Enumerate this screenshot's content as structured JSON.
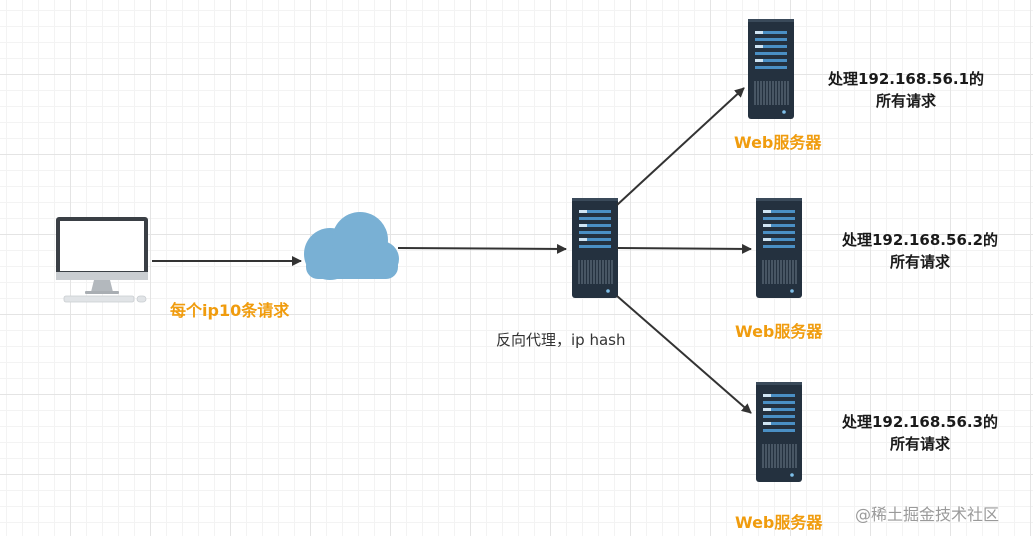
{
  "client": {
    "label": "每个ip10条请求",
    "icon": "computer-icon"
  },
  "network": {
    "icon": "cloud-icon"
  },
  "proxy": {
    "label": "反向代理，ip hash",
    "icon": "server-icon"
  },
  "servers": [
    {
      "line1": "处理192.168.56.1的",
      "line2": "所有请求",
      "label": "Web服务器"
    },
    {
      "line1": "处理192.168.56.2的",
      "line2": "所有请求",
      "label": "Web服务器"
    },
    {
      "line1": "处理192.168.56.3的",
      "line2": "所有请求",
      "label": "Web服务器"
    }
  ],
  "watermark": "@稀土掘金技术社区",
  "colors": {
    "accent_orange": "#f09c0e",
    "server_body": "#24313f",
    "server_stripe": "#4a8fc4",
    "cloud": "#79b0d4",
    "arrow": "#333333"
  }
}
